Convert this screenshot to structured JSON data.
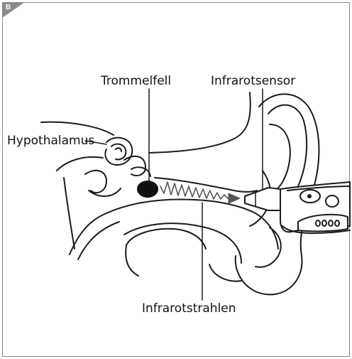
{
  "panel": {
    "letter": "B"
  },
  "labels": {
    "eardrum": "Trommelfell",
    "sensor": "Infrarotsensor",
    "hypothalamus": "Hypothalamus",
    "rays": "Infrarotstrahlen"
  },
  "colors": {
    "line": "#1a1a1a",
    "corner": "#8a8a8a",
    "eardrum_fill": "#111111",
    "rays": "#555555"
  }
}
